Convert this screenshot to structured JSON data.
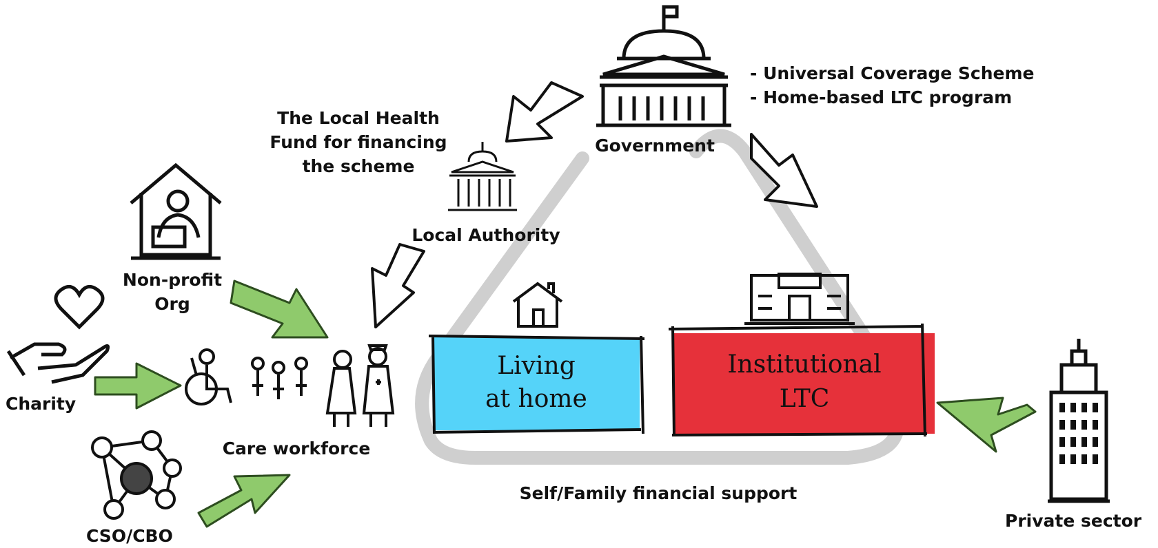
{
  "government": {
    "label": "Government"
  },
  "schemes": {
    "line1": "- Universal Coverage Scheme",
    "line2": "- Home-based LTC program"
  },
  "local_health_fund": {
    "line1": "The Local Health",
    "line2": "Fund for financing",
    "line3": "the scheme"
  },
  "local_authority": {
    "label": "Local Authority"
  },
  "non_profit": {
    "line1": "Non-profit",
    "line2": "Org"
  },
  "charity": {
    "label": "Charity"
  },
  "cso": {
    "label": "CSO/CBO"
  },
  "care_workforce": {
    "label": "Care workforce"
  },
  "living_at_home": {
    "line1": "Living",
    "line2": "at home",
    "color": "#55d3f9"
  },
  "institutional": {
    "line1": "Institutional",
    "line2": "LTC",
    "color": "#e6313a"
  },
  "family_support": {
    "label": "Self/Family financial support"
  },
  "private_sector": {
    "label": "Private sector"
  },
  "colors": {
    "green_arrow": "#8fca6c",
    "triangle": "#cfcfcf"
  }
}
